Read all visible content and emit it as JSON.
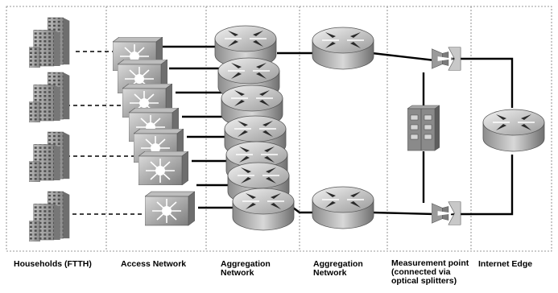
{
  "columns": {
    "households": "Households (FTTH)",
    "access": "Access Network",
    "aggregation_1": [
      "Aggregation",
      "Network"
    ],
    "aggregation_2": [
      "Aggregation",
      "Network"
    ],
    "measurement": [
      "Measurement point",
      "(connected via",
      "optical splitters)"
    ],
    "internet": "Internet Edge"
  },
  "icons": {
    "building": "office-building-icon",
    "access_switch": "multilayer-switch-icon",
    "router": "router-icon",
    "splitter": "optical-splitter-icon",
    "probe": "measurement-probe-icon"
  },
  "counts": {
    "households": 4,
    "access_switches": 7,
    "aggregation_routers": 7
  }
}
